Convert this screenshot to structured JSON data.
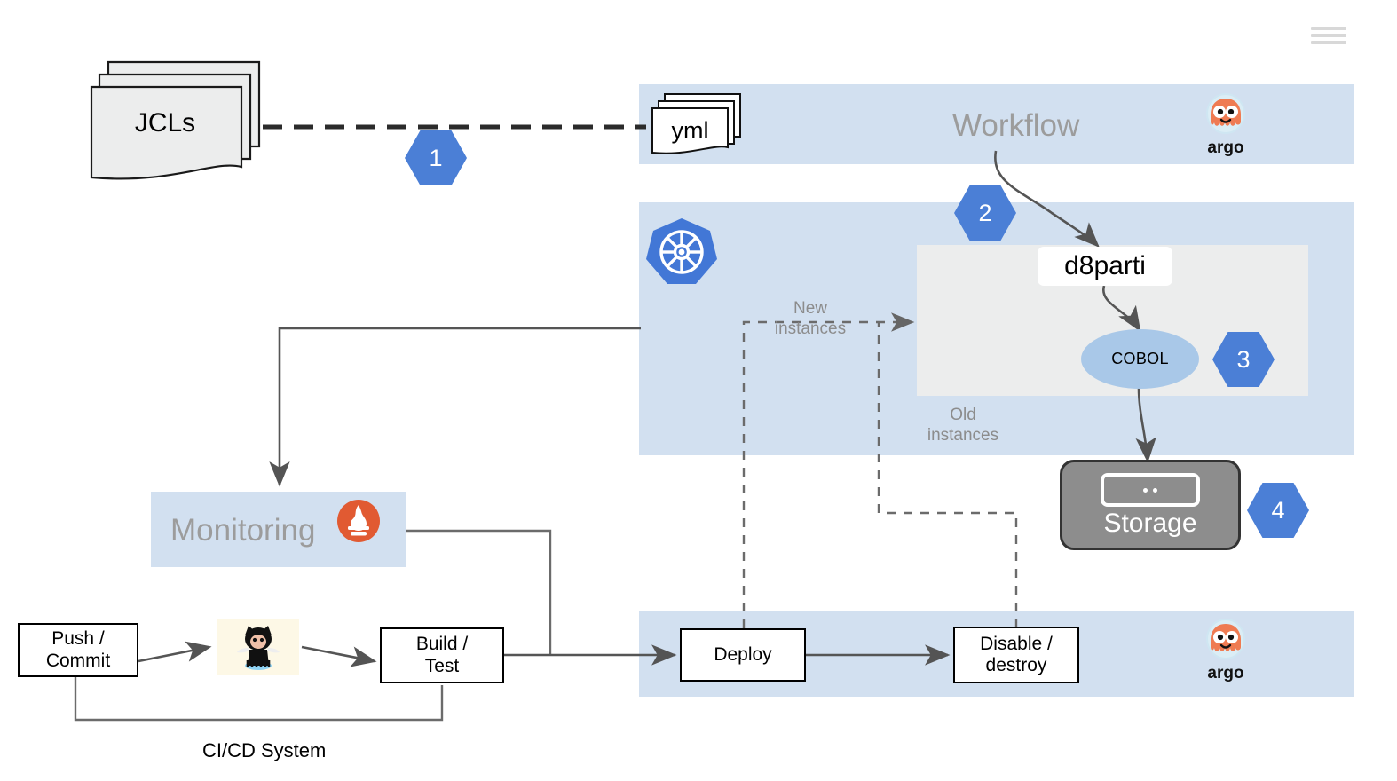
{
  "page": {
    "title": "Mainframe to Kubernetes modernization architecture diagram",
    "background": "#ffffff",
    "band_color": "#d2e0f0",
    "accent_color": "#4b7fd6",
    "gray_zone_color": "#eceded",
    "muted_text_color": "#9c9c9c"
  },
  "header": {
    "menu_icon": "hamburger-menu-icon"
  },
  "steps": [
    {
      "number": "1"
    },
    {
      "number": "2"
    },
    {
      "number": "3"
    },
    {
      "number": "4"
    }
  ],
  "sources": {
    "jcl_stack": {
      "label": "JCLs",
      "icon": "document-stack-icon"
    },
    "yml_stack": {
      "label": "yml",
      "icon": "document-stack-icon"
    }
  },
  "bands": {
    "workflow": {
      "label": "Workflow",
      "logo": "argo-logo"
    },
    "kubernetes": {
      "logo": "kubernetes-logo"
    },
    "monitoring": {
      "label": "Monitoring",
      "logo": "prometheus-logo"
    },
    "delivery": {
      "logo": "argo-logo"
    }
  },
  "kubernetes": {
    "partition": {
      "label": "d8parti"
    },
    "runtime": {
      "label": "COBOL"
    },
    "new_instances_label": "New\ninstances",
    "old_instances_label": "Old\ninstances"
  },
  "storage": {
    "label": "Storage",
    "icon": "storage-slot-icon"
  },
  "cicd": {
    "caption": "CI/CD System",
    "nodes": [
      {
        "label": "Push /\nCommit"
      },
      {
        "label": "Build /\nTest"
      },
      {
        "label": "Deploy"
      },
      {
        "label": "Disable /\ndestroy"
      }
    ],
    "scm_icon": "github-octocat-icon"
  }
}
